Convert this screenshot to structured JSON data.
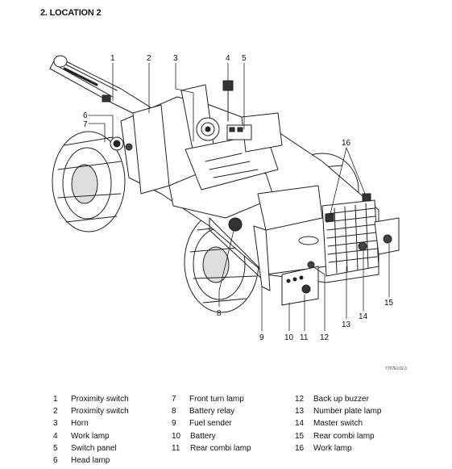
{
  "title": "2. LOCATION 2",
  "figure_code": "7707EL02-1",
  "callouts": [
    "1",
    "2",
    "3",
    "4",
    "5",
    "6",
    "7",
    "8",
    "9",
    "10",
    "11",
    "12",
    "13",
    "14",
    "15",
    "16"
  ],
  "legend": {
    "col1": [
      {
        "num": "1",
        "label": "Proximity switch"
      },
      {
        "num": "2",
        "label": "Proximity switch"
      },
      {
        "num": "3",
        "label": "Horn"
      },
      {
        "num": "4",
        "label": "Work lamp"
      },
      {
        "num": "5",
        "label": "Switch panel"
      },
      {
        "num": "6",
        "label": "Head lamp"
      }
    ],
    "col2": [
      {
        "num": "7",
        "label": "Front turn lamp"
      },
      {
        "num": "8",
        "label": "Battery relay"
      },
      {
        "num": "9",
        "label": "Fuel sender"
      },
      {
        "num": "10",
        "label": "Battery"
      },
      {
        "num": "11",
        "label": "Rear combi lamp"
      }
    ],
    "col3": [
      {
        "num": "12",
        "label": "Back up buzzer"
      },
      {
        "num": "13",
        "label": "Number plate lamp"
      },
      {
        "num": "14",
        "label": "Master switch"
      },
      {
        "num": "15",
        "label": "Rear combi lamp"
      },
      {
        "num": "16",
        "label": "Work lamp"
      }
    ]
  }
}
